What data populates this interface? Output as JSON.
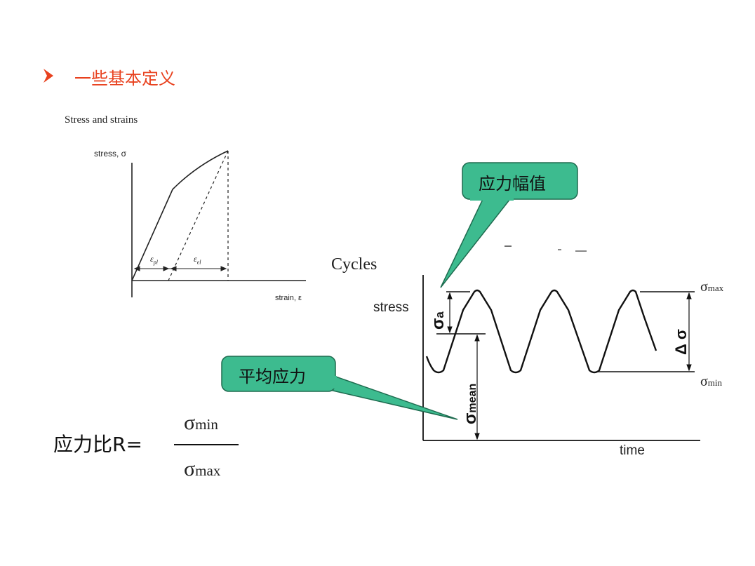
{
  "header": {
    "bullet_icon": "arrowhead-bullet-icon",
    "title": "一些基本定义"
  },
  "stress_strain_figure": {
    "title": "Stress and strains",
    "y_axis_label": "stress, σ",
    "x_axis_label": "strain, ε",
    "plastic_strain_label": "ε",
    "plastic_strain_sub": "pl",
    "elastic_strain_label": "ε",
    "elastic_strain_sub": "el"
  },
  "cycles_figure": {
    "title": "Cycles",
    "y_axis_label": "stress",
    "x_axis_label": "time",
    "sigma_max": {
      "symbol": "σ",
      "sub": "max"
    },
    "sigma_min": {
      "symbol": "σ",
      "sub": "min"
    },
    "sigma_a": {
      "symbol": "σ",
      "sub": "a"
    },
    "sigma_mean": {
      "symbol": "σ",
      "sub": "mean"
    },
    "delta_sigma": "Δ σ"
  },
  "callouts": {
    "amplitude": "应力幅值",
    "mean": "平均应力",
    "fill_color": "#3dbb8f",
    "border_color": "#1e6b4f"
  },
  "stress_ratio": {
    "label": "应力比R=",
    "numerator": {
      "symbol": "σ",
      "sub": "min"
    },
    "denominator": {
      "symbol": "σ",
      "sub": "max"
    }
  },
  "colors": {
    "heading": "#e8411e",
    "line": "#111111"
  }
}
